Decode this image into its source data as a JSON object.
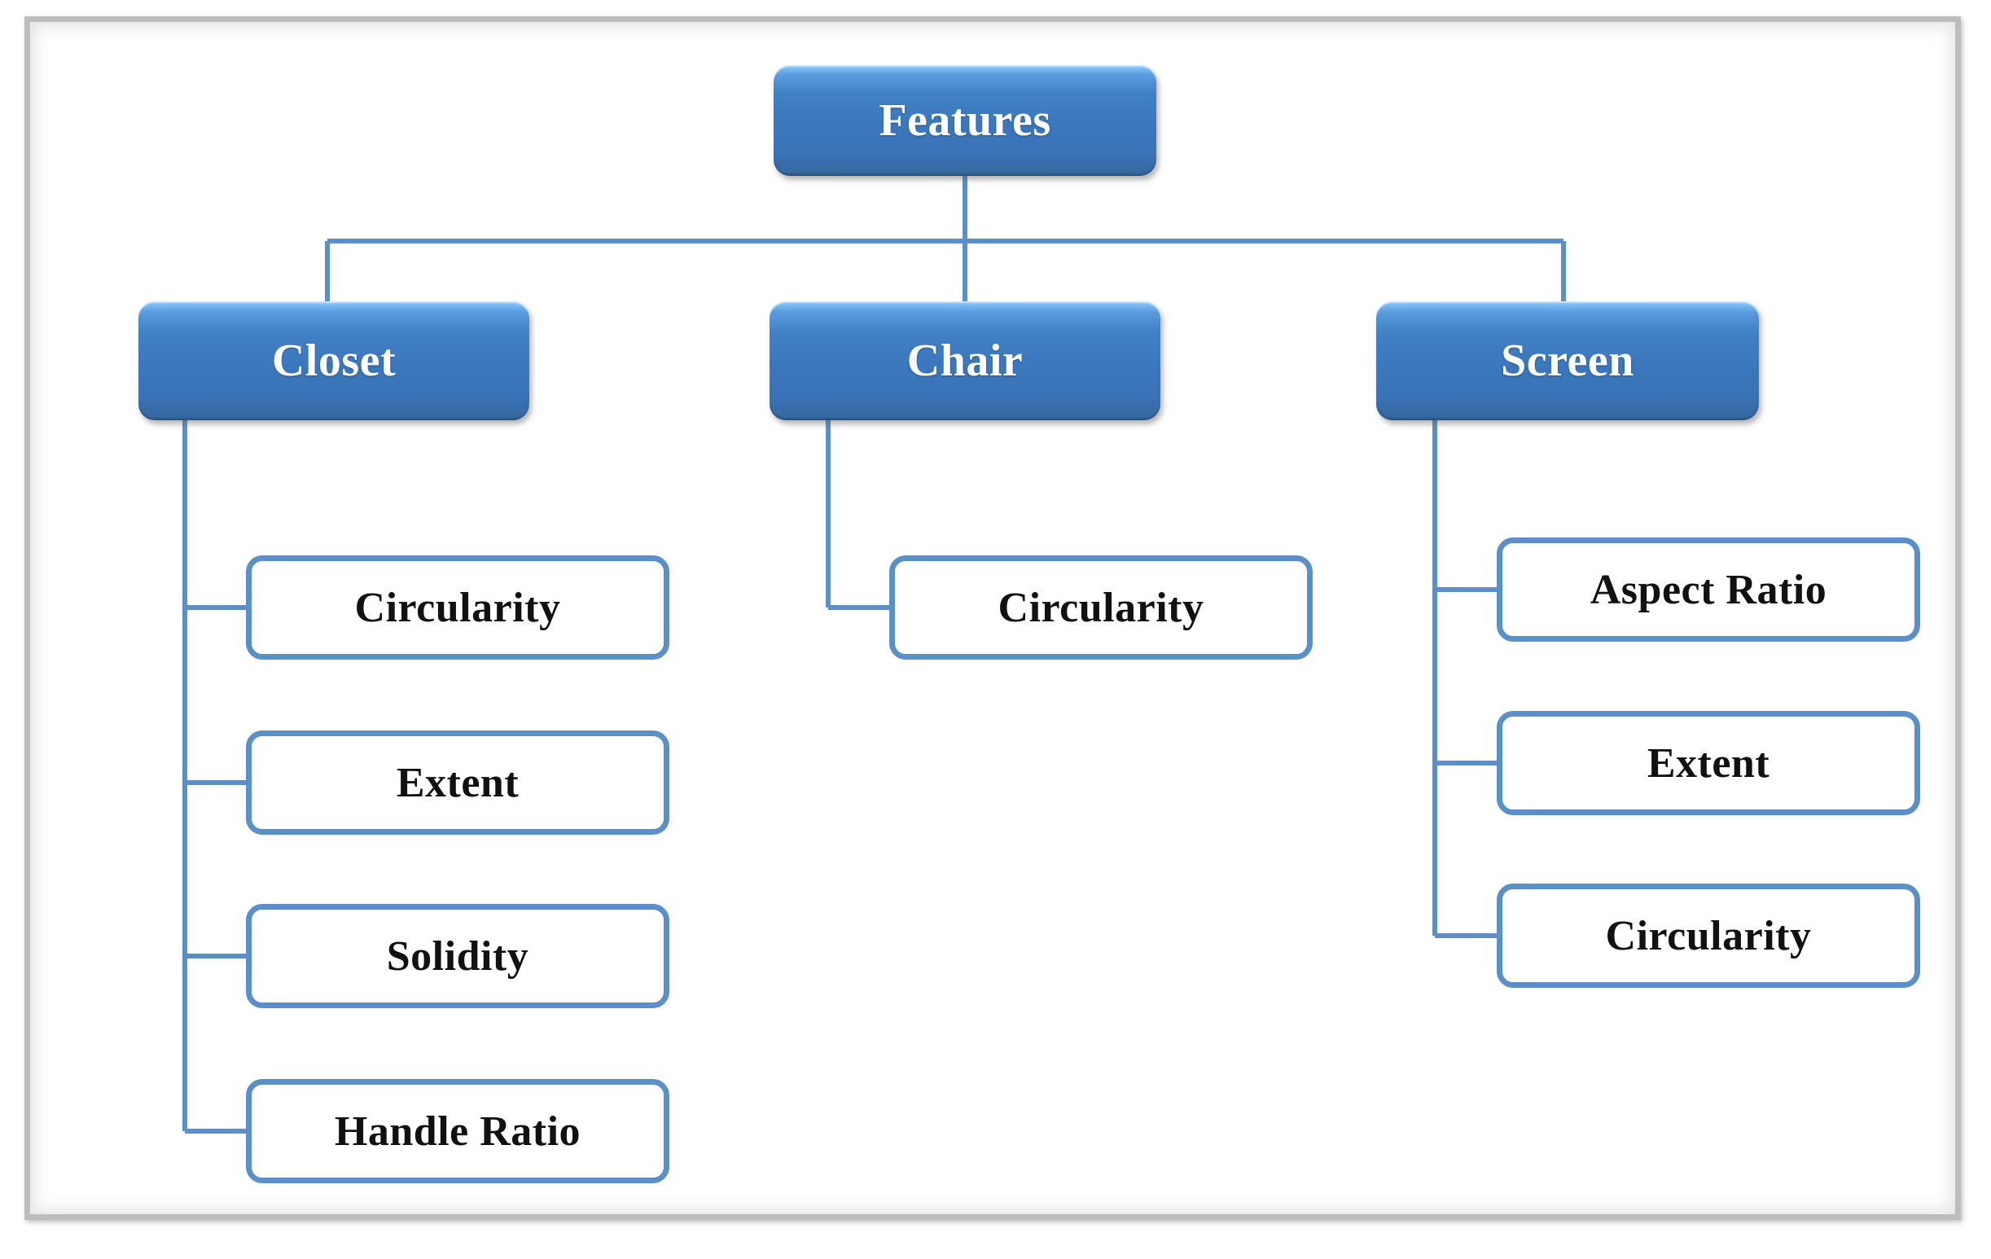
{
  "diagram": {
    "title": "Features",
    "type": "hierarchy-tree",
    "colors": {
      "node_fill_top": "#8fcaf9",
      "node_fill_mid": "#3b77bd",
      "node_fill_bottom": "#2f5e8e",
      "node_text": "#ffffff",
      "leaf_border": "#5b8fc7",
      "leaf_fill": "#ffffff",
      "leaf_text": "#111111",
      "connector": "#5b8fc7",
      "frame_border": "#bdbdbd",
      "background": "#ffffff"
    },
    "root": {
      "label": "Features"
    },
    "branches": [
      {
        "label": "Closet",
        "children": [
          {
            "label": "Circularity"
          },
          {
            "label": "Extent"
          },
          {
            "label": "Solidity"
          },
          {
            "label": "Handle Ratio"
          }
        ]
      },
      {
        "label": "Chair",
        "children": [
          {
            "label": "Circularity"
          }
        ]
      },
      {
        "label": "Screen",
        "children": [
          {
            "label": "Aspect Ratio"
          },
          {
            "label": "Extent"
          },
          {
            "label": "Circularity"
          }
        ]
      }
    ]
  }
}
